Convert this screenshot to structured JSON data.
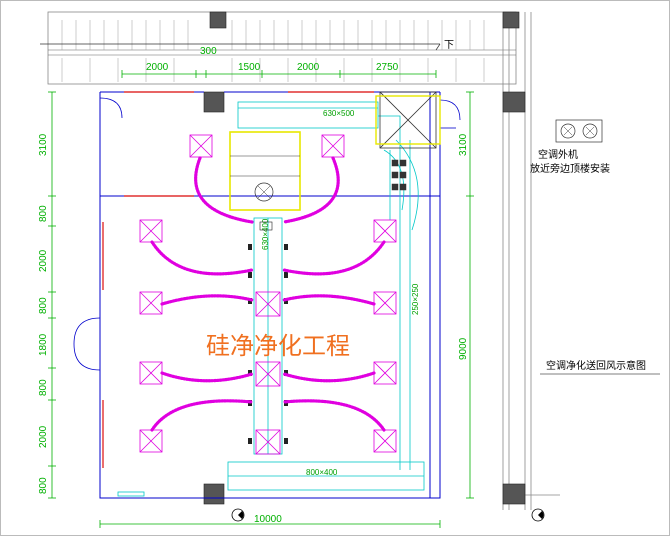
{
  "drawing": {
    "watermark": "硅净净化工程",
    "title": "空调净化送回风示意图",
    "outdoor_unit_label": "空调外机",
    "outdoor_unit_note": "放近旁边顶楼安装",
    "stair_mark": "下"
  },
  "dimensions": {
    "top": [
      "2000",
      "300",
      "1500",
      "2000",
      "2750"
    ],
    "left": [
      "3100",
      "800",
      "2000",
      "800",
      "1800",
      "800",
      "2000",
      "800"
    ],
    "right": [
      "3100",
      "9000"
    ],
    "bottom": "10000"
  },
  "ducts": {
    "top_duct": "630×500",
    "bottom_duct": "800×400",
    "center_duct": "630×400",
    "right_duct": "250×250"
  },
  "colors": {
    "wall": "#0000cc",
    "dimension": "#00b000",
    "return_duct": "#e000e0",
    "ahu_frame": "#e8e800",
    "duct_line": "#00c8c8",
    "watermark": "#f07020"
  }
}
